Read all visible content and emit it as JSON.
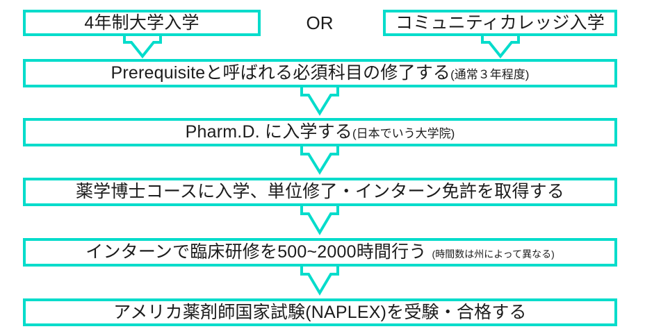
{
  "diagram": {
    "title_text": "",
    "accent_color": "#05dccb",
    "text_color": "#1c1c1c",
    "background_color": "#ffffff",
    "connector_label": "OR",
    "steps": [
      {
        "id": "step-university",
        "main": "4年制大学入学",
        "sub": "",
        "row": 1,
        "column": "left"
      },
      {
        "id": "step-community-college",
        "main": "コミュニティカレッジ入学",
        "sub": "",
        "row": 1,
        "column": "right"
      },
      {
        "id": "step-prerequisite",
        "main": "Prerequisiteと呼ばれる必須科目の修了する",
        "sub": "(通常３年程度)",
        "row": 2,
        "column": "full"
      },
      {
        "id": "step-pharmd",
        "main": "Pharm.D. に入学する",
        "sub": "(日本でいう大学院)",
        "row": 3,
        "column": "full"
      },
      {
        "id": "step-doctorate-course",
        "main": "薬学博士コースに入学、単位修了・インターン免許を取得する",
        "sub": "",
        "row": 4,
        "column": "full"
      },
      {
        "id": "step-internship",
        "main": "インターンで臨床研修を500~2000時間行う",
        "sub": "(時間数は州によって異なる)",
        "row": 5,
        "column": "full"
      },
      {
        "id": "step-naplex",
        "main": "アメリカ薬剤師国家試験(NAPLEX)を受験・合格する",
        "sub": "",
        "row": 6,
        "column": "full"
      }
    ],
    "arrows": [
      {
        "id": "arrow-university-to-prerequisite",
        "direction": "down"
      },
      {
        "id": "arrow-college-to-prerequisite",
        "direction": "down"
      },
      {
        "id": "arrow-prerequisite-to-pharmd",
        "direction": "down"
      },
      {
        "id": "arrow-pharmd-to-doctorate",
        "direction": "down"
      },
      {
        "id": "arrow-doctorate-to-internship",
        "direction": "down"
      },
      {
        "id": "arrow-internship-to-naplex",
        "direction": "down"
      }
    ]
  }
}
